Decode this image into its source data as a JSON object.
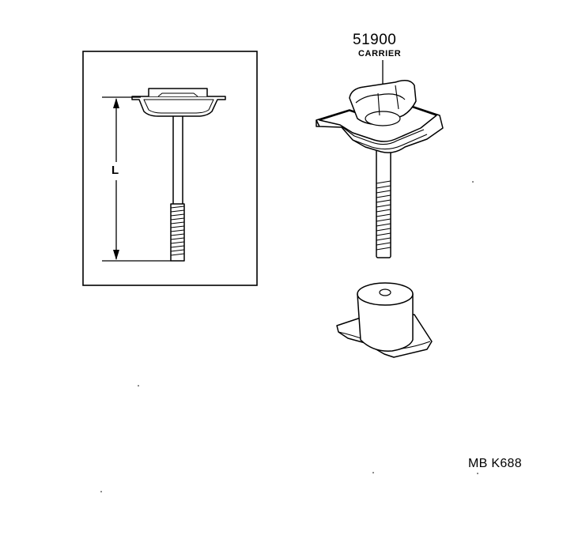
{
  "callout": {
    "part_number": "51900",
    "part_name": "CARRIER"
  },
  "detail_view": {
    "dimension_label": "L"
  },
  "figure_code": "MB K688"
}
